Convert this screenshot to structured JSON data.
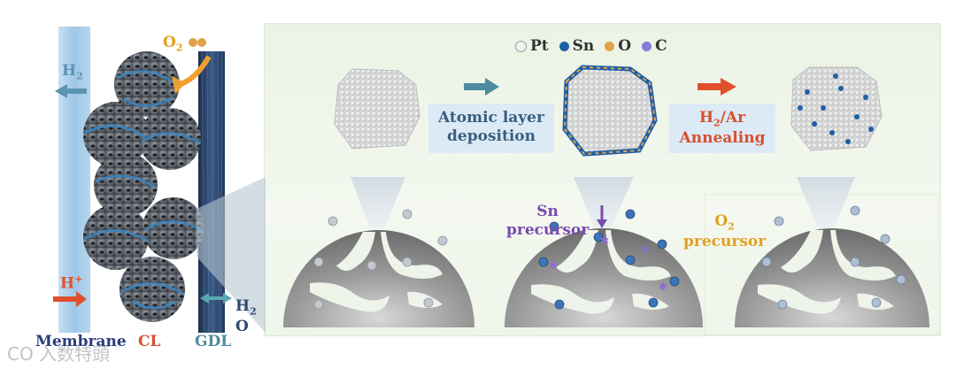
{
  "legend": [
    {
      "symbol": "Pt",
      "color": "#f2f2f2"
    },
    {
      "symbol": "Sn",
      "color": "#1f5fa8"
    },
    {
      "symbol": "O",
      "color": "#e0a24a"
    },
    {
      "symbol": "C",
      "color": "#8a78d8"
    }
  ],
  "steps": {
    "ald": "Atomic layer deposition",
    "anneal": "H2/Ar Annealing"
  },
  "labels": {
    "h2": "H2",
    "h_plus": "H+",
    "o2_top": "O2",
    "h2o": "H2O",
    "membrane": "Membrane",
    "cl": "CL",
    "gdl": "GDL",
    "sn_precursor": "Sn precursor",
    "o2_precursor": "O2 precursor"
  },
  "colors": {
    "membrane": "#a9cdea",
    "gdl": "#2f4a70",
    "arrow_teal": "#4e8aa0",
    "arrow_red": "#e0502d",
    "sn_purple": "#7a4ab0",
    "o2_orange": "#e0a020"
  },
  "watermark": "CO 入数特頭"
}
